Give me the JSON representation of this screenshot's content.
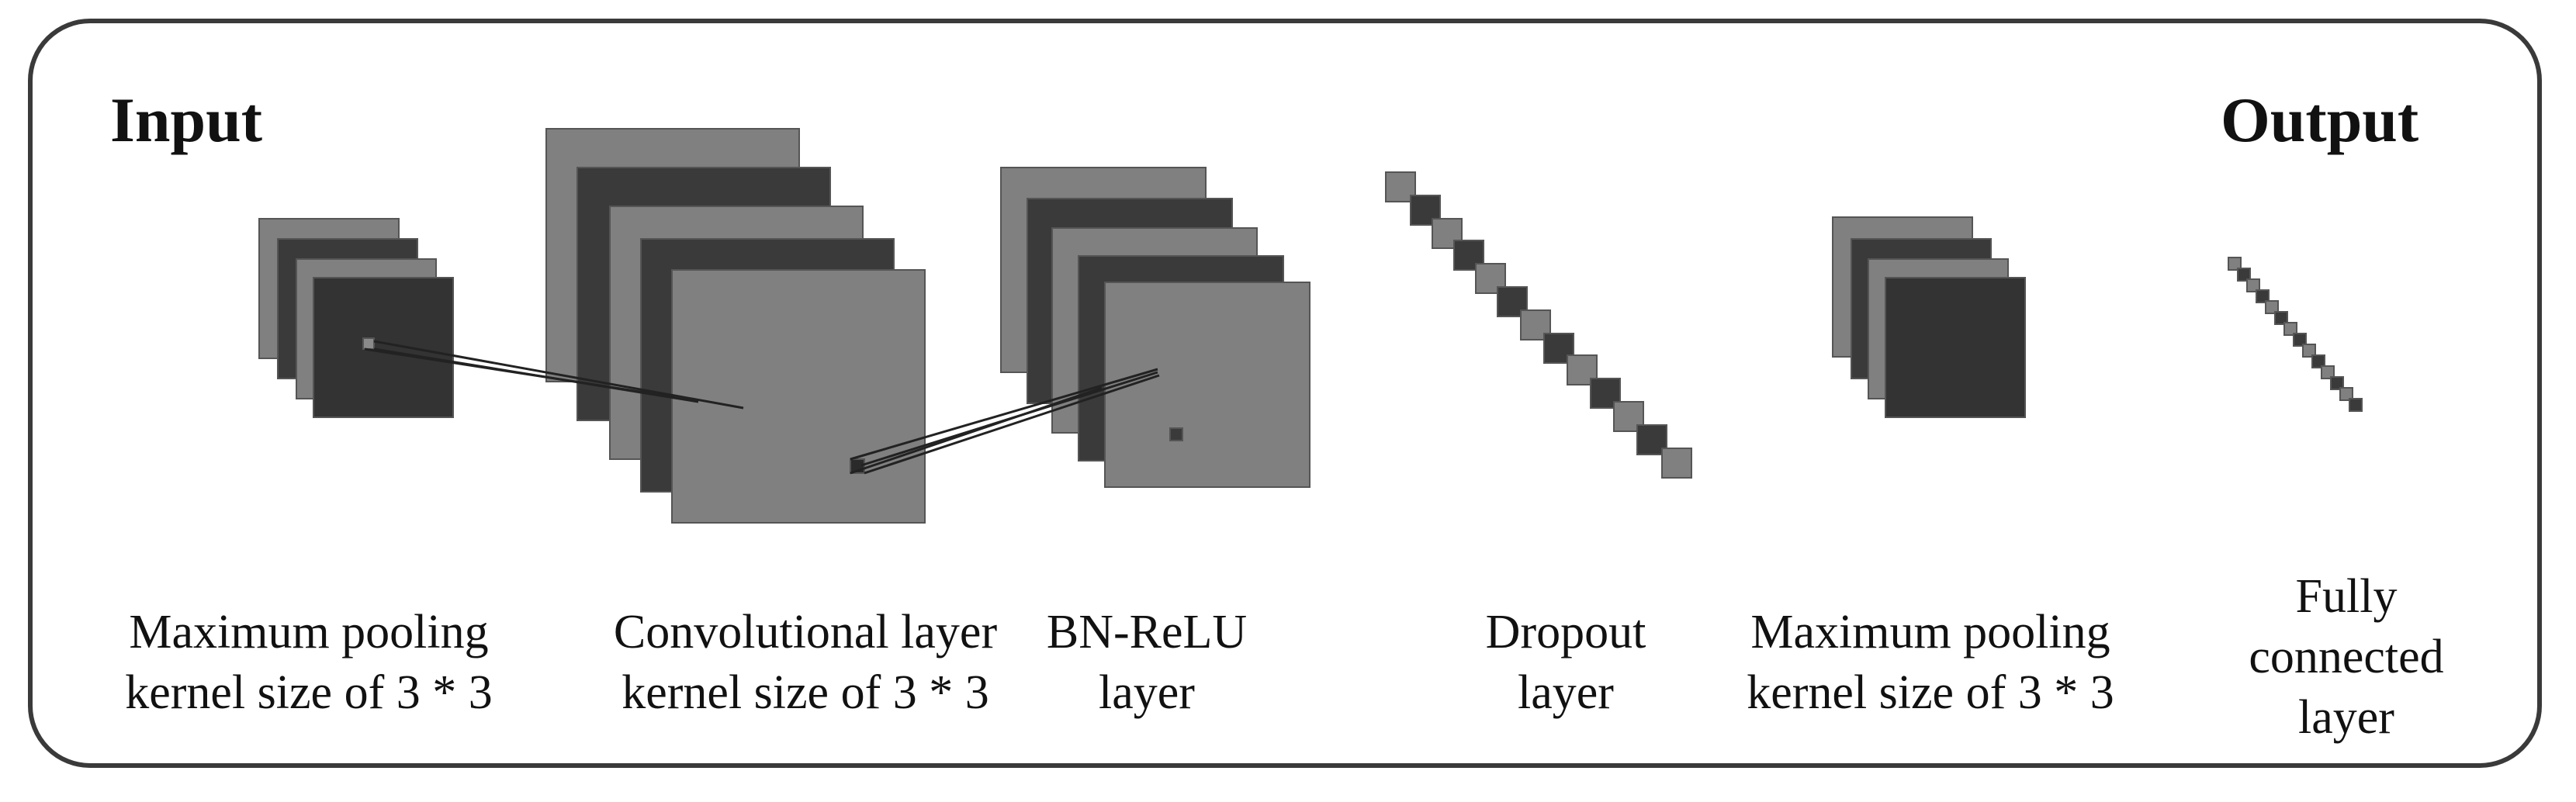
{
  "headings": {
    "input": "Input",
    "output": "Output"
  },
  "colors": {
    "light_gray": "#808080",
    "dark_gray": "#3a3a3a",
    "frame": "#3a3a3a"
  },
  "captions": {
    "pool1": {
      "line1": "Maximum pooling",
      "line2": "kernel size of 3 * 3"
    },
    "conv": {
      "line1": "Convolutional layer",
      "line2": "kernel size of 3 * 3"
    },
    "bnrelu": {
      "line1": "BN-ReLU",
      "line2": "layer"
    },
    "dropout": {
      "line1": "Dropout",
      "line2": "layer"
    },
    "pool2": {
      "line1": "Maximum pooling",
      "line2": "kernel size of 3 * 3"
    },
    "fc": {
      "line1": "Fully",
      "line2": "connected",
      "line3": "layer"
    }
  }
}
